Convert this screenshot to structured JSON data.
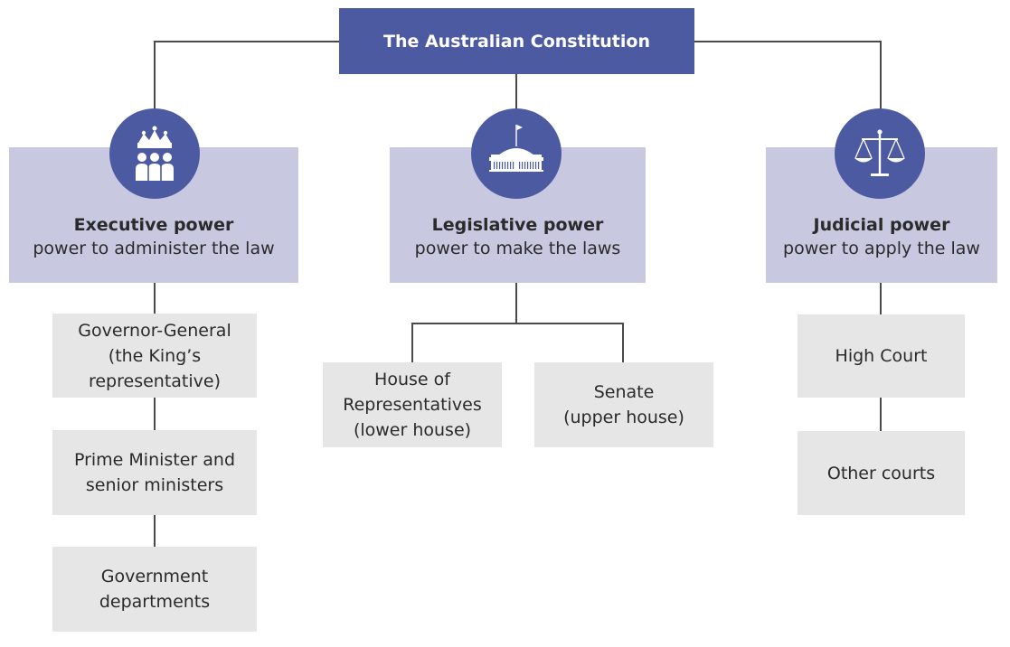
{
  "title": "The Australian Constitution",
  "branches": {
    "executive": {
      "title": "Executive power",
      "subtitle": "power to administer the law",
      "icon": "crown-people-icon",
      "items": [
        "Governor-General\n(the King’s\nrepresentative)",
        "Prime Minister and\nsenior ministers",
        "Government\ndepartments"
      ]
    },
    "legislative": {
      "title": "Legislative power",
      "subtitle": "power to make the laws",
      "icon": "parliament-house-icon",
      "items": [
        "House of\nRepresentatives\n(lower house)",
        "Senate\n(upper house)"
      ]
    },
    "judicial": {
      "title": "Judicial power",
      "subtitle": "power to apply the law",
      "icon": "scales-of-justice-icon",
      "items": [
        "High Court",
        "Other courts"
      ]
    }
  },
  "colors": {
    "accent": "#4c5aa1",
    "power_box": "#c9c8e1",
    "item_box": "#e6e6e6",
    "line": "#4a4a4a"
  }
}
